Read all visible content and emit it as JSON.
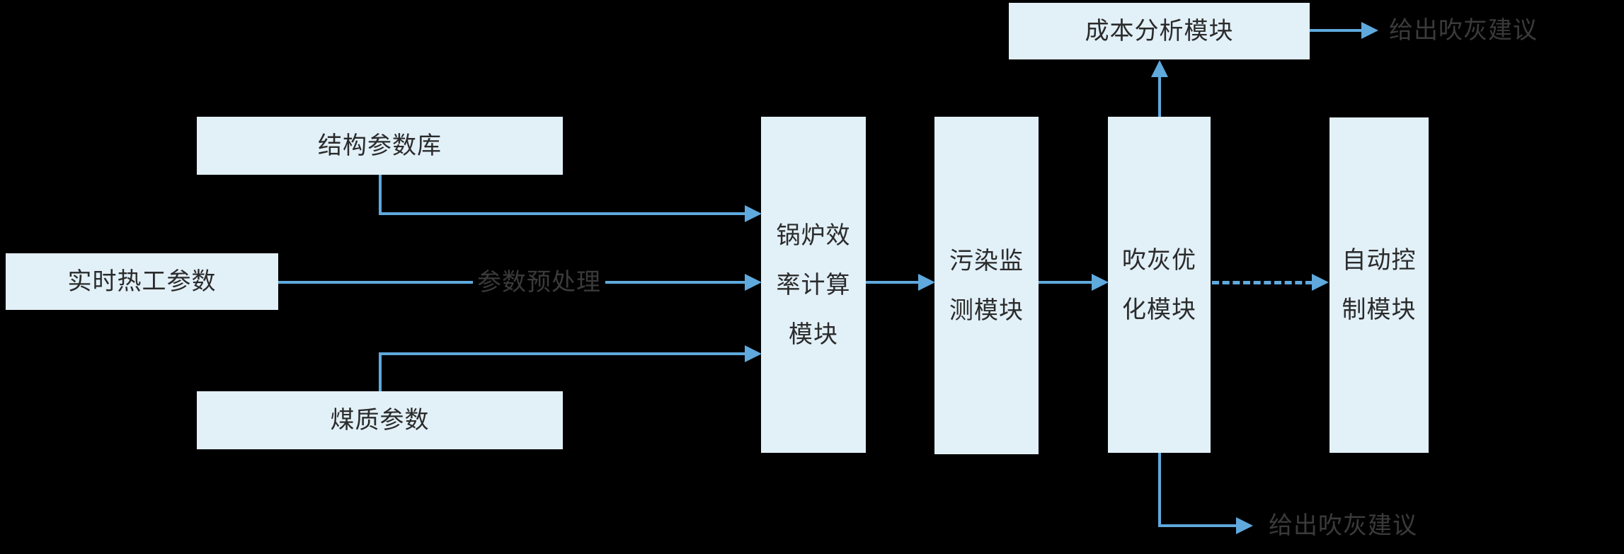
{
  "diagram": {
    "colors": {
      "background": "#000000",
      "box_fill": "#e2f0f8",
      "arrow_blue": "#5fa9dd",
      "box_text": "#2b2b2b",
      "label_text": "#3a3a3a"
    },
    "inputs": [
      {
        "id": "structure-params",
        "label": "结构参数库"
      },
      {
        "id": "realtime-thermal-params",
        "label": "实时热工参数"
      },
      {
        "id": "coal-quality-params",
        "label": "煤质参数"
      }
    ],
    "modules": [
      {
        "id": "boiler-efficiency-module",
        "label": "锅炉效\n率计算\n模块"
      },
      {
        "id": "pollution-monitoring-module",
        "label": "污染监\n测模块"
      },
      {
        "id": "sootblowing-optimization-module",
        "label": "吹灰优\n化模块"
      },
      {
        "id": "automatic-control-module",
        "label": "自动控\n制模块"
      },
      {
        "id": "cost-analysis-module",
        "label": "成本分析模块"
      }
    ],
    "edge_labels": {
      "preprocessing": "参数预处理",
      "suggestion_top": "给出吹灰建议",
      "suggestion_bottom": "给出吹灰建议"
    }
  }
}
